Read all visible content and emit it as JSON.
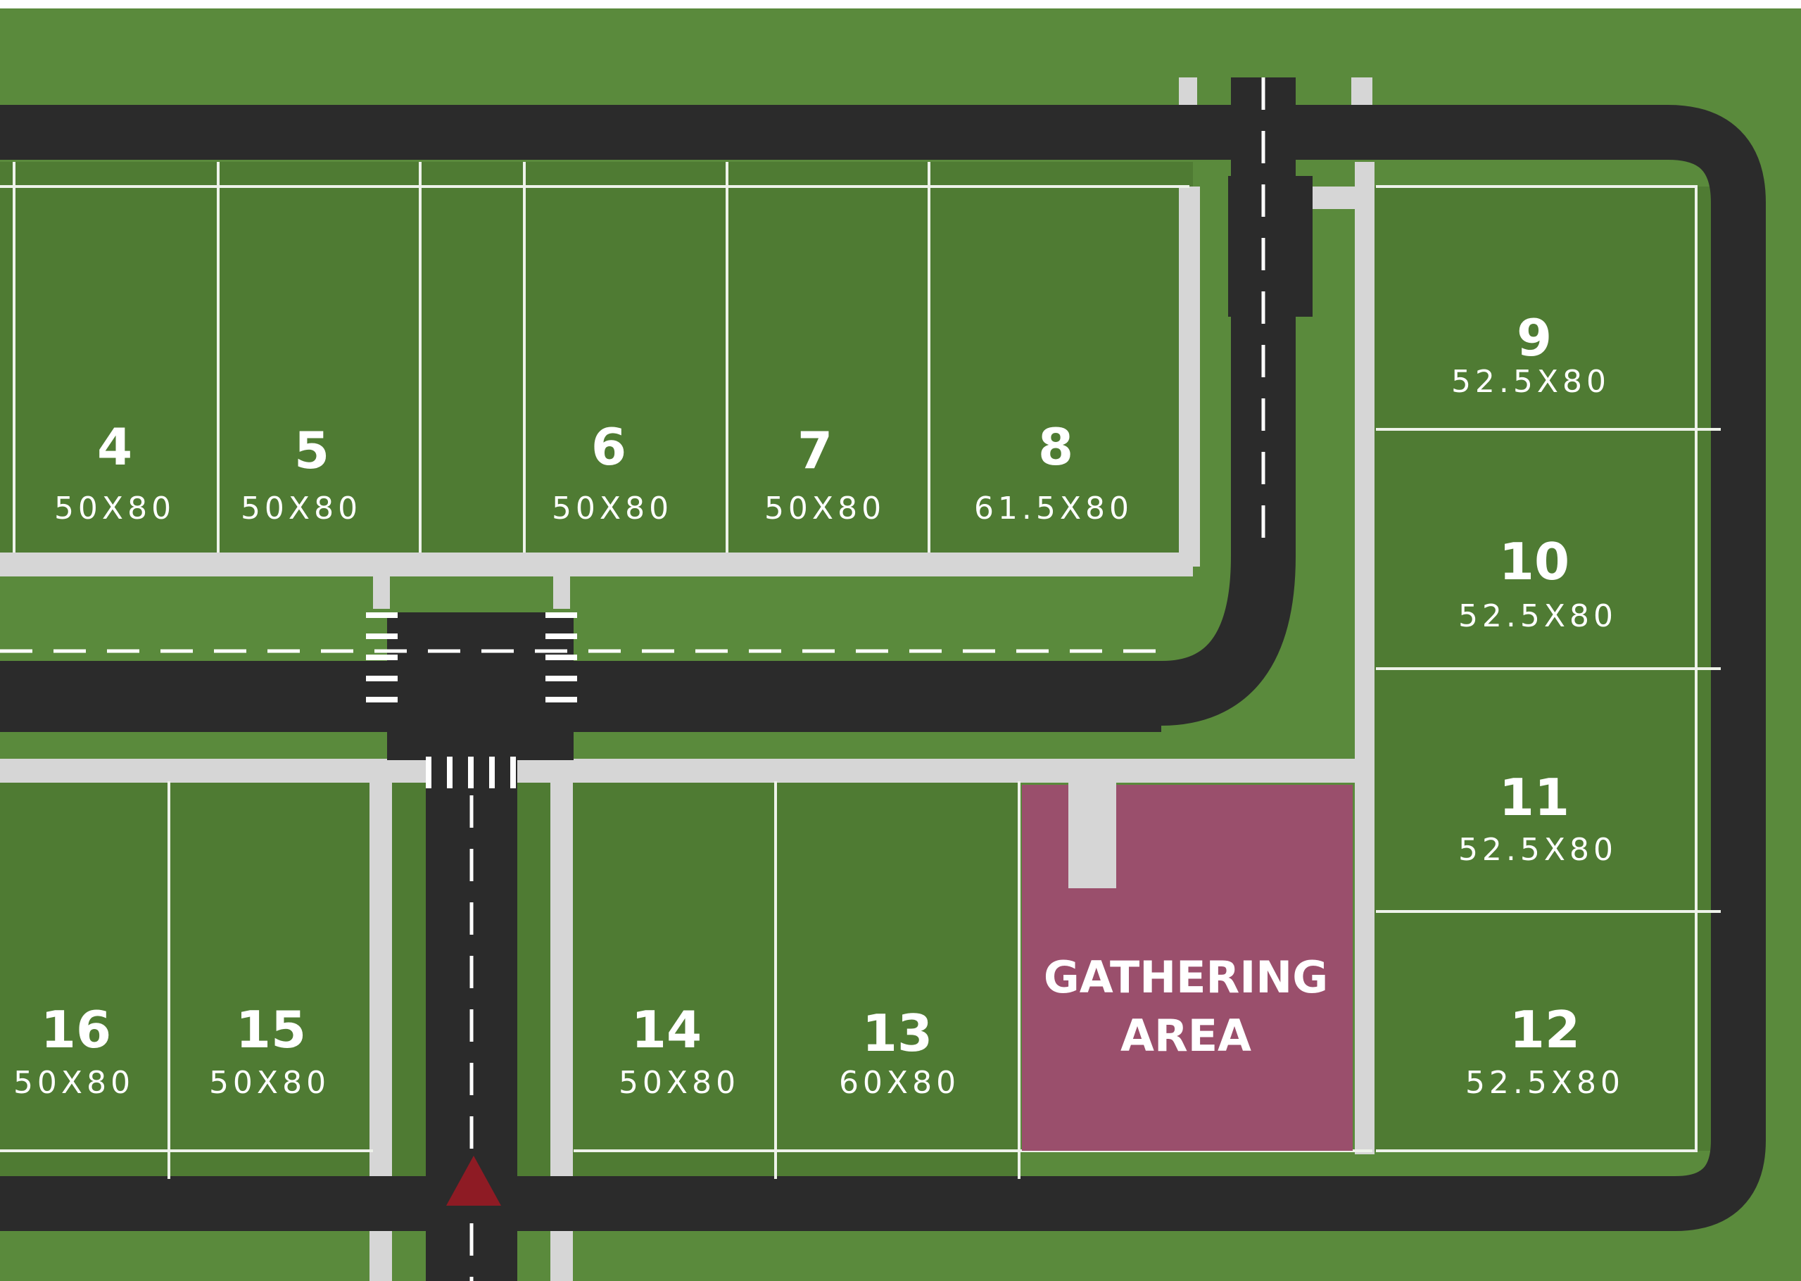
{
  "colors": {
    "grass": "#5a8a3c",
    "grass_dark": "#4f7b33",
    "road": "#2b2b2b",
    "sidewalk": "#d6d6d6",
    "lot_line": "#eef2ea",
    "gathering": "#9a4f6c",
    "marker": "#8e1b24",
    "road_marking": "#ffffff"
  },
  "lots": [
    {
      "id": "4",
      "number": "4",
      "size": "50X80"
    },
    {
      "id": "5",
      "number": "5",
      "size": "50X80"
    },
    {
      "id": "6",
      "number": "6",
      "size": "50X80"
    },
    {
      "id": "7",
      "number": "7",
      "size": "50X80"
    },
    {
      "id": "8",
      "number": "8",
      "size": "61.5X80"
    },
    {
      "id": "9",
      "number": "9",
      "size": "52.5X80"
    },
    {
      "id": "10",
      "number": "10",
      "size": "52.5X80"
    },
    {
      "id": "11",
      "number": "11",
      "size": "52.5X80"
    },
    {
      "id": "12",
      "number": "12",
      "size": "52.5X80"
    },
    {
      "id": "13",
      "number": "13",
      "size": "60X80"
    },
    {
      "id": "14",
      "number": "14",
      "size": "50X80"
    },
    {
      "id": "15",
      "number": "15",
      "size": "50X80"
    },
    {
      "id": "16",
      "number": "16",
      "size": "50X80"
    }
  ],
  "gathering_area": {
    "line1": "GATHERING",
    "line2": "AREA"
  },
  "marker": {
    "icon": "you-are-here-triangle-icon"
  }
}
